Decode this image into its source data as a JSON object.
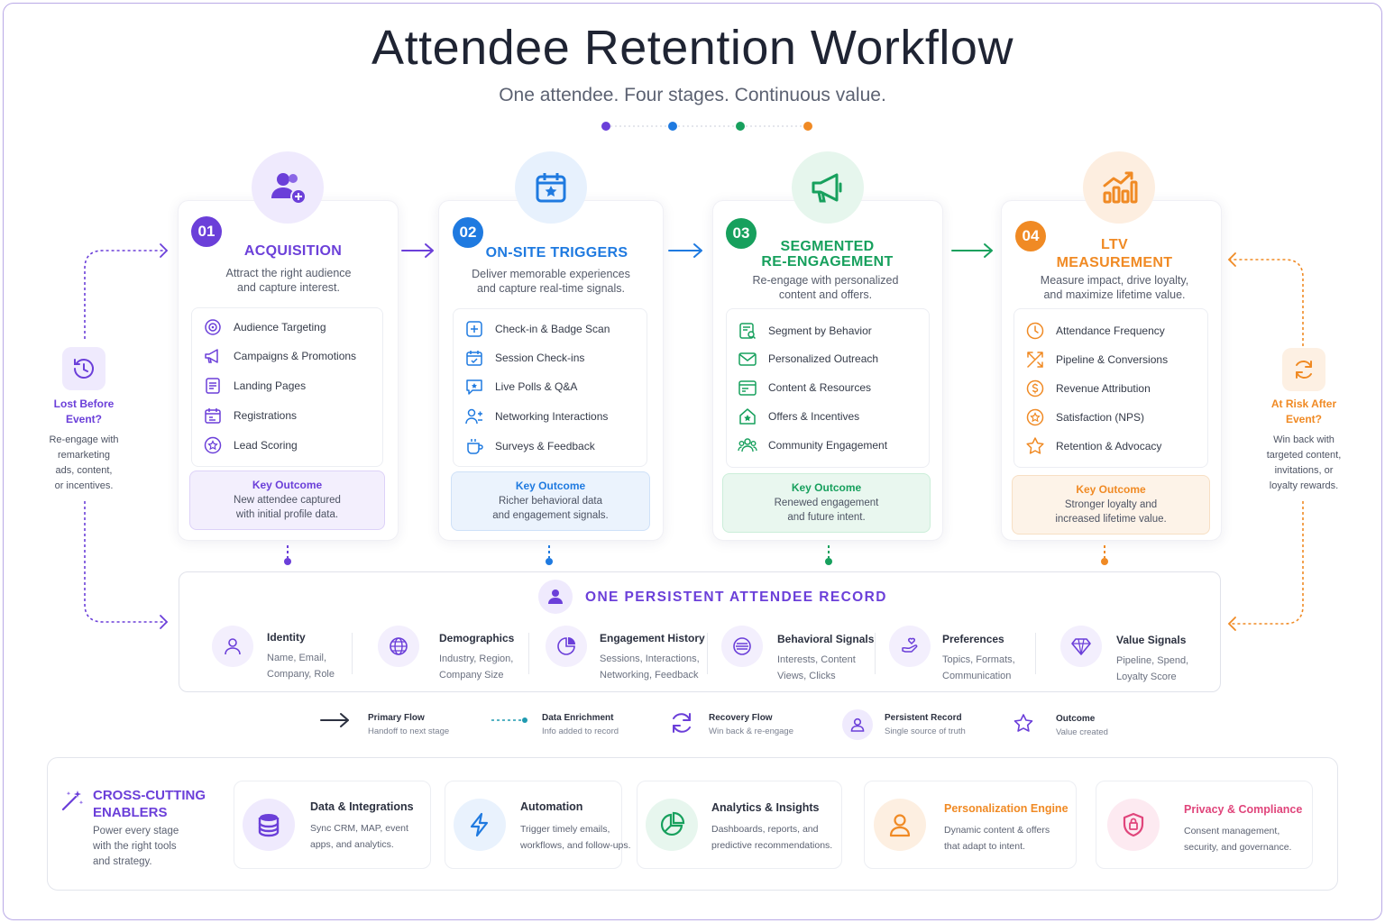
{
  "title": "Attendee Retention Workflow",
  "subtitle": "One attendee. Four stages. Continuous value.",
  "colors": {
    "purple": "#6b3fd9",
    "blue": "#1f7ae0",
    "green": "#17a05d",
    "orange": "#f08a24",
    "pink": "#e0457b"
  },
  "stages": [
    {
      "num": "01",
      "title_l1": "ACQUISITION",
      "title_l2": "",
      "desc_l1": "Attract the right audience",
      "desc_l2": "and capture interest.",
      "desc_l3": "",
      "items": [
        "Audience Targeting",
        "Campaigns & Promotions",
        "Landing Pages",
        "Registrations",
        "Lead Scoring"
      ],
      "outcome_label": "Key Outcome",
      "outcome_l1": "New attendee captured",
      "outcome_l2": "with initial profile data."
    },
    {
      "num": "02",
      "title_l1": "ON-SITE TRIGGERS",
      "title_l2": "",
      "desc_l1": "Deliver memorable experiences",
      "desc_l2": "and capture real-time signals.",
      "desc_l3": "",
      "items": [
        "Check-in & Badge Scan",
        "Session Check-ins",
        "Live Polls & Q&A",
        "Networking Interactions",
        "Surveys & Feedback"
      ],
      "outcome_label": "Key Outcome",
      "outcome_l1": "Richer behavioral data",
      "outcome_l2": "and engagement signals."
    },
    {
      "num": "03",
      "title_l1": "SEGMENTED",
      "title_l2": "RE-ENGAGEMENT",
      "desc_l1": "Re-engage with personalized",
      "desc_l2": "content and offers.",
      "desc_l3": "",
      "items": [
        "Segment by Behavior",
        "Personalized Outreach",
        "Content & Resources",
        "Offers & Incentives",
        "Community Engagement"
      ],
      "outcome_label": "Key Outcome",
      "outcome_l1": "Renewed engagement",
      "outcome_l2": "and future intent."
    },
    {
      "num": "04",
      "title_l1": "LTV",
      "title_l2": "MEASUREMENT",
      "desc_l1": "Measure impact, drive loyalty,",
      "desc_l2": "and maximize lifetime value.",
      "desc_l3": "",
      "items": [
        "Attendance Frequency",
        "Pipeline & Conversions",
        "Revenue Attribution",
        "Satisfaction (NPS)",
        "Retention & Advocacy"
      ],
      "outcome_label": "Key Outcome",
      "outcome_l1": "Stronger loyalty and",
      "outcome_l2": "increased lifetime value."
    }
  ],
  "left_recovery": {
    "title_l1": "Lost Before",
    "title_l2": "Event?",
    "desc": [
      "Re-engage with",
      "remarketing",
      "ads, content,",
      "or incentives."
    ]
  },
  "right_recovery": {
    "title_l1": "At Risk After",
    "title_l2": "Event?",
    "desc": [
      "Win back with",
      "targeted content,",
      "invitations, or",
      "loyalty rewards."
    ]
  },
  "record": {
    "title": "ONE PERSISTENT ATTENDEE RECORD",
    "items": [
      {
        "name": "Identity",
        "l1": "Name, Email,",
        "l2": "Company, Role"
      },
      {
        "name": "Demographics",
        "l1": "Industry, Region,",
        "l2": "Company Size"
      },
      {
        "name": "Engagement History",
        "l1": "Sessions, Interactions,",
        "l2": "Networking, Feedback"
      },
      {
        "name": "Behavioral Signals",
        "l1": "Interests, Content",
        "l2": "Views, Clicks"
      },
      {
        "name": "Preferences",
        "l1": "Topics, Formats,",
        "l2": "Communication"
      },
      {
        "name": "Value Signals",
        "l1": "Pipeline, Spend,",
        "l2": "Loyalty Score"
      }
    ]
  },
  "legend": [
    {
      "t": "Primary Flow",
      "s": "Handoff to next stage"
    },
    {
      "t": "Data Enrichment",
      "s": "Info added to record"
    },
    {
      "t": "Recovery Flow",
      "s": "Win back & re-engage"
    },
    {
      "t": "Persistent Record",
      "s": "Single source of truth"
    },
    {
      "t": "Outcome",
      "s": "Value created"
    }
  ],
  "enablers": {
    "title_l1": "CROSS-CUTTING",
    "title_l2": "ENABLERS",
    "desc": [
      "Power every stage",
      "with the right tools",
      "and strategy."
    ],
    "items": [
      {
        "name": "Data & Integrations",
        "l1": "Sync CRM, MAP, event",
        "l2": "apps, and analytics."
      },
      {
        "name": "Automation",
        "l1": "Trigger timely emails,",
        "l2": "workflows, and follow-ups."
      },
      {
        "name": "Analytics & Insights",
        "l1": "Dashboards, reports, and",
        "l2": "predictive recommendations."
      },
      {
        "name": "Personalization Engine",
        "l1": "Dynamic content & offers",
        "l2": "that adapt to intent."
      },
      {
        "name": "Privacy & Compliance",
        "l1": "Consent management,",
        "l2": "security, and governance."
      }
    ]
  }
}
